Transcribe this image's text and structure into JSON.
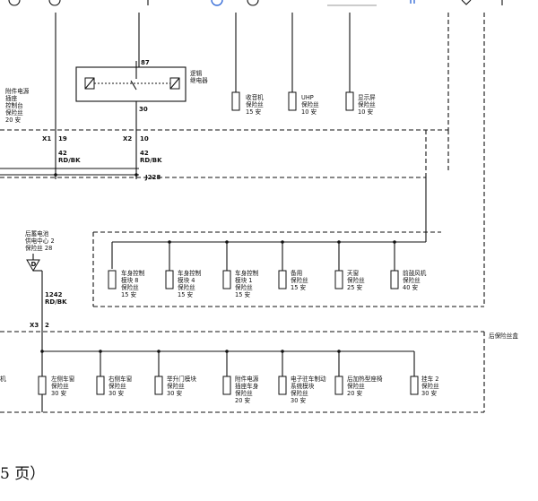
{
  "page_caption": "5  页）",
  "relay": {
    "title_line1": "逻辑",
    "title_line2": "继电器",
    "pin_top": "87",
    "pin_bottom": "30"
  },
  "top_left_fuse": {
    "line1": "附件电源",
    "line2": "插座",
    "line3": "控制台",
    "line4": "保险丝",
    "rating": "20 安"
  },
  "connector_x1": {
    "id": "X1",
    "pin": "19"
  },
  "connector_x2": {
    "id": "X2",
    "pin": "10"
  },
  "wire_x1": {
    "gauge": "42",
    "color": "RD/BK"
  },
  "wire_x2": {
    "gauge": "42",
    "color": "RD/BK"
  },
  "splice": "J228",
  "top_fuses": [
    {
      "line1": "收音机",
      "line2": "保险丝",
      "rating": "15 安"
    },
    {
      "line1": "UHP",
      "line2": "保险丝",
      "rating": "10 安"
    },
    {
      "line1": "显示屏",
      "line2": "保险丝",
      "rating": "10 安"
    }
  ],
  "mid_fuses": [
    {
      "line1": "车身控制",
      "line2": "模块 8",
      "line3": "保险丝",
      "rating": "15 安"
    },
    {
      "line1": "车身控制",
      "line2": "模块 4",
      "line3": "保险丝",
      "rating": "15 安"
    },
    {
      "line1": "车身控制",
      "line2": "模块 1",
      "line3": "保险丝",
      "rating": "15 安"
    },
    {
      "line1": "备用",
      "line2": "保险丝",
      "line3": "",
      "rating": "15 安"
    },
    {
      "line1": "天窗",
      "line2": "保险丝",
      "line3": "",
      "rating": "25 安"
    },
    {
      "line1": "前鼓风机",
      "line2": "保险丝",
      "line3": "",
      "rating": "40 安"
    }
  ],
  "rear_center": {
    "line1": "后蓄电池",
    "line2": "供电中心 2",
    "line3": "保险丝 28",
    "terminal": "D"
  },
  "wire_rear": {
    "gauge": "1242",
    "color": "RD/BK"
  },
  "connector_x3": {
    "id": "X3",
    "pin": "2"
  },
  "rear_box_label": "后保险丝盒",
  "bottom_fuses": [
    {
      "line1": "左侧车窗",
      "line2": "保险丝",
      "line3": "",
      "rating": "30 安"
    },
    {
      "line1": "右侧车窗",
      "line2": "保险丝",
      "line3": "",
      "rating": "30 安"
    },
    {
      "line1": "举升门模块",
      "line2": "保险丝",
      "line3": "",
      "rating": "30 安"
    },
    {
      "line1": "附件电源",
      "line2": "插座车身",
      "line3": "保险丝",
      "rating": "20 安"
    },
    {
      "line1": "电子驻车制动",
      "line2": "系统模块",
      "line3": "保险丝",
      "rating": "30 安"
    },
    {
      "line1": "后加热型座椅",
      "line2": "保险丝",
      "line3": "",
      "rating": "20 安"
    },
    {
      "line1": "挂车 2",
      "line2": "保险丝",
      "line3": "",
      "rating": "30 安"
    }
  ],
  "left_edge_label": "机"
}
